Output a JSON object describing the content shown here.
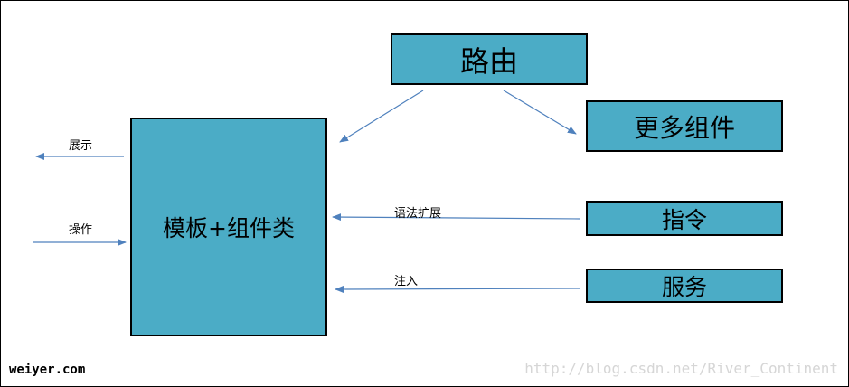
{
  "nodes": {
    "router": "路由",
    "more_components": "更多组件",
    "directive": "指令",
    "service": "服务",
    "template_component_class": "模板+组件类"
  },
  "edge_labels": {
    "display": "展示",
    "operation": "操作",
    "syntax_extension": "语法扩展",
    "injection": "注入"
  },
  "watermarks": {
    "site": "weiyer.com",
    "blog_url": "http://blog.csdn.net/River_Continent"
  },
  "colors": {
    "box_fill": "#4bacc6",
    "arrow": "#4f81bd"
  }
}
